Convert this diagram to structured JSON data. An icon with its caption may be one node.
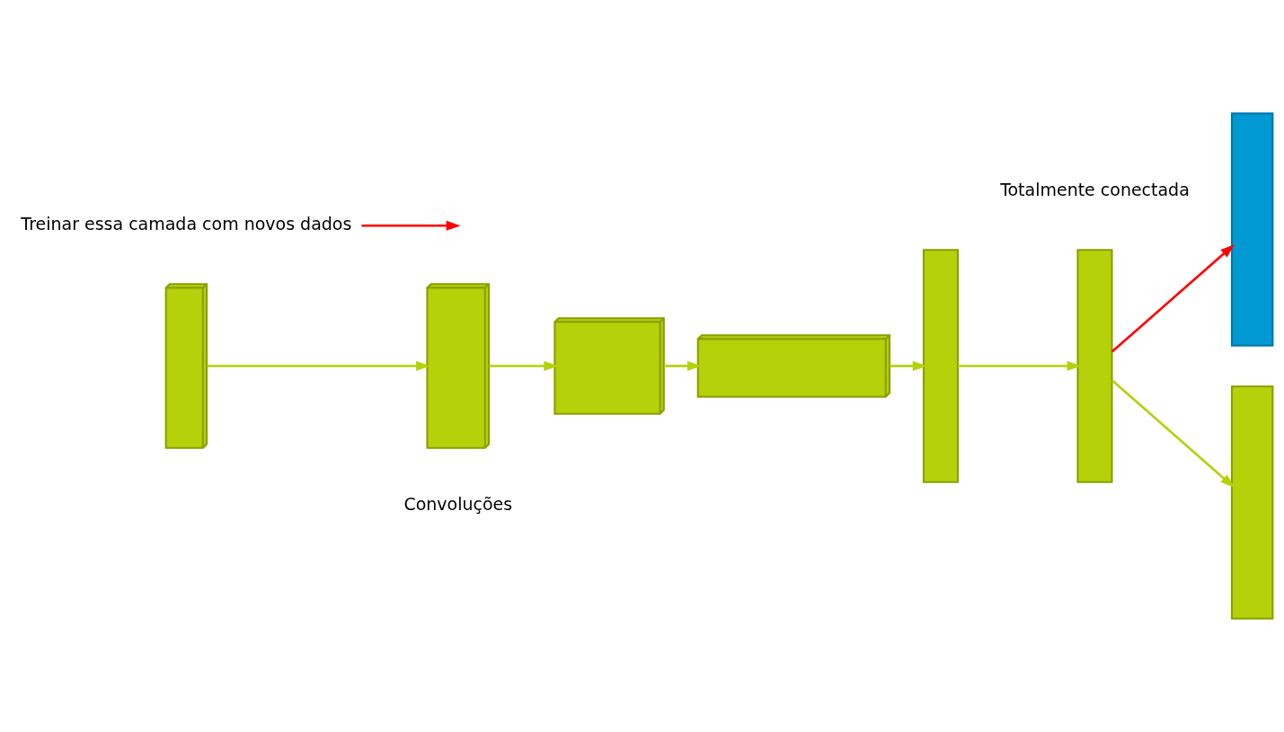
{
  "diagram": {
    "nodes": [
      {
        "text": [],
        "shape": "box"
      },
      {
        "text": [],
        "shape": "box"
      },
      {
        "text": [],
        "shape": "box"
      },
      {
        "text": [],
        "shape": "box"
      },
      {
        "text": [],
        "shape": "bar"
      },
      {
        "text": [],
        "shape": "bar"
      },
      {
        "text": [],
        "shape": "bar"
      },
      {
        "text": [],
        "shape": "bar"
      },
      {
        "text": [
          "Treinar essa camada com novos dados"
        ]
      }
    ],
    "edges": [
      {
        "from": 0,
        "to": 1,
        "arrow": "to"
      },
      {
        "from": 1,
        "to": 2,
        "arrow": "to"
      },
      {
        "from": 2,
        "to": 3,
        "arrow": "to"
      },
      {
        "from": 3,
        "to": 4,
        "arrow": "to"
      },
      {
        "from": 4,
        "to": 5,
        "arrow": "to"
      },
      {
        "from": 5,
        "to": 6,
        "arrow": "to",
        "color": "#ff0000"
      },
      {
        "from": 5,
        "to": 7,
        "arrow": "to"
      },
      {
        "from": 8,
        "to": null,
        "arrow": "to",
        "color": "#ff0000"
      }
    ],
    "labels": [
      "Convoluções",
      "Totalmente conectada"
    ]
  }
}
